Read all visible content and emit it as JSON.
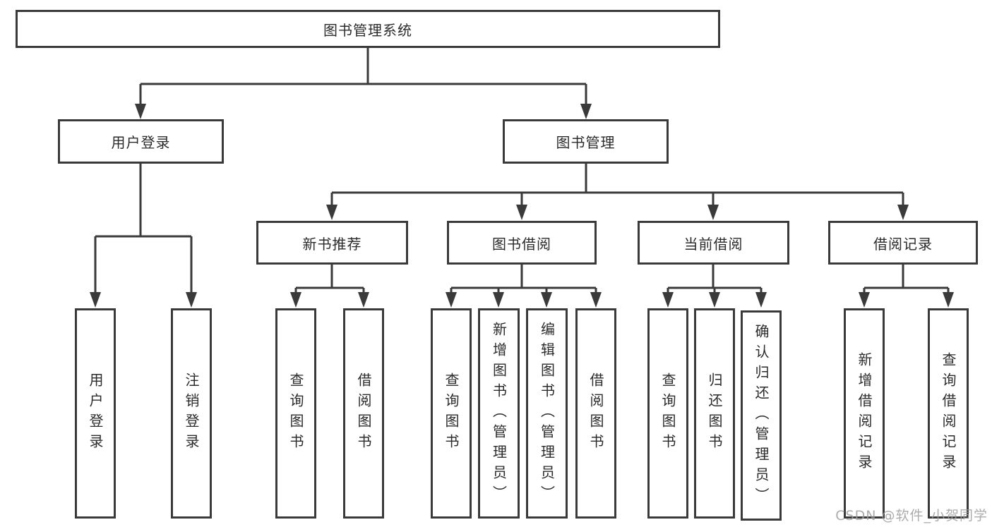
{
  "tree": {
    "root_label": "图书管理系统",
    "branches": [
      {
        "label": "用户登录",
        "leaves": [
          "用户登录",
          "注销登录"
        ]
      },
      {
        "label": "图书管理",
        "sections": [
          {
            "label": "新书推荐",
            "leaves": [
              "查询图书",
              "借阅图书"
            ]
          },
          {
            "label": "图书借阅",
            "leaves": [
              "查询图书",
              "新增图书（管理员）",
              "编辑图书（管理员）",
              "借阅图书"
            ]
          },
          {
            "label": "当前借阅",
            "leaves": [
              "查询图书",
              "归还图书",
              "确认归还（管理员）"
            ]
          },
          {
            "label": "借阅记录",
            "leaves": [
              "新增借阅记录",
              "查询借阅记录"
            ]
          }
        ]
      }
    ]
  },
  "watermark": "CSDN @软件_小贺同学",
  "colors": {
    "line": "#3a3a3a",
    "box_background": "#ffffff",
    "text": "#2b2b2b",
    "watermark": "#9e9e9e"
  }
}
